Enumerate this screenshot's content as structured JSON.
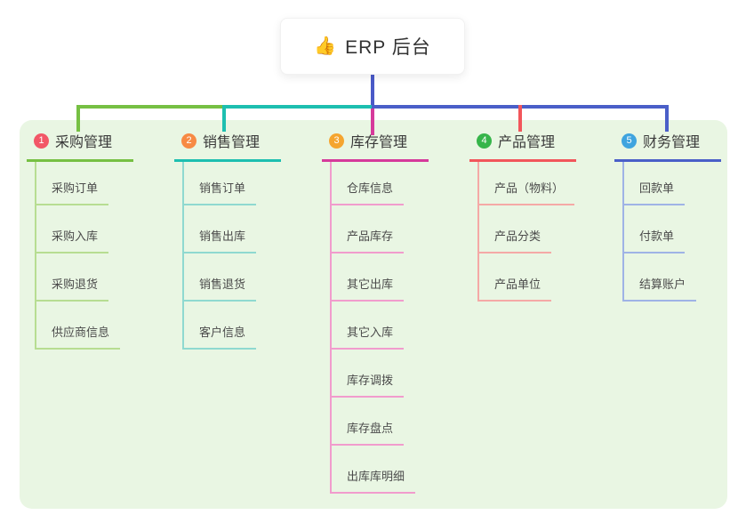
{
  "root": {
    "icon_glyph": "👍",
    "label": "ERP 后台"
  },
  "connectors": {
    "root_line_color": "#4a5ac8"
  },
  "branches": [
    {
      "index": "1",
      "title": "采购管理",
      "badge_color": "#f25767",
      "accent": "#76c043",
      "light": "#b7dd92",
      "children": [
        "采购订单",
        "采购入库",
        "采购退货",
        "供应商信息"
      ]
    },
    {
      "index": "2",
      "title": "销售管理",
      "badge_color": "#f78a44",
      "accent": "#1dbfb0",
      "light": "#8fd9d0",
      "children": [
        "销售订单",
        "销售出库",
        "销售退货",
        "客户信息"
      ]
    },
    {
      "index": "3",
      "title": "库存管理",
      "badge_color": "#f5a52f",
      "accent": "#d63a9b",
      "light": "#f19ccd",
      "children": [
        "仓库信息",
        "产品库存",
        "其它出库",
        "其它入库",
        "库存调拨",
        "库存盘点",
        "出库库明细"
      ]
    },
    {
      "index": "4",
      "title": "产品管理",
      "badge_color": "#36b54a",
      "accent": "#f2565b",
      "light": "#f5a9a6",
      "children": [
        "产品（物料）",
        "产品分类",
        "产品单位"
      ]
    },
    {
      "index": "5",
      "title": "财务管理",
      "badge_color": "#3fa4df",
      "accent": "#4a5fc8",
      "light": "#9fb3e6",
      "children": [
        "回款单",
        "付款单",
        "结算账户"
      ]
    }
  ]
}
